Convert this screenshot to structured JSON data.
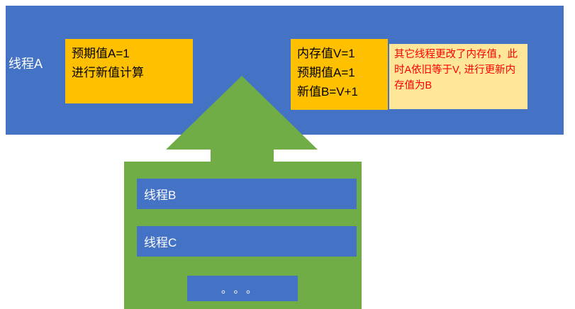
{
  "colors": {
    "panel_blue": "#4472C4",
    "box_orange": "#FFC000",
    "note_bg": "#FFE699",
    "note_text": "#FF0000",
    "arrow_green": "#70AD47",
    "label_white": "#FFFFFF",
    "box_text_black": "#000000"
  },
  "thread_a": {
    "label": "线程A",
    "calc_box": {
      "line1": "预期值A=1",
      "line2": "进行新值计算"
    },
    "values_box": {
      "line1": "内存值V=1",
      "line2": "预期值A=1",
      "line3": "新值B=V+1"
    },
    "note": "其它线程更改了内存值，此时A依旧等于V, 进行更新内存值为B"
  },
  "other_threads": {
    "thread_b_label": "线程B",
    "thread_c_label": "线程C",
    "ellipsis": "。。。"
  }
}
